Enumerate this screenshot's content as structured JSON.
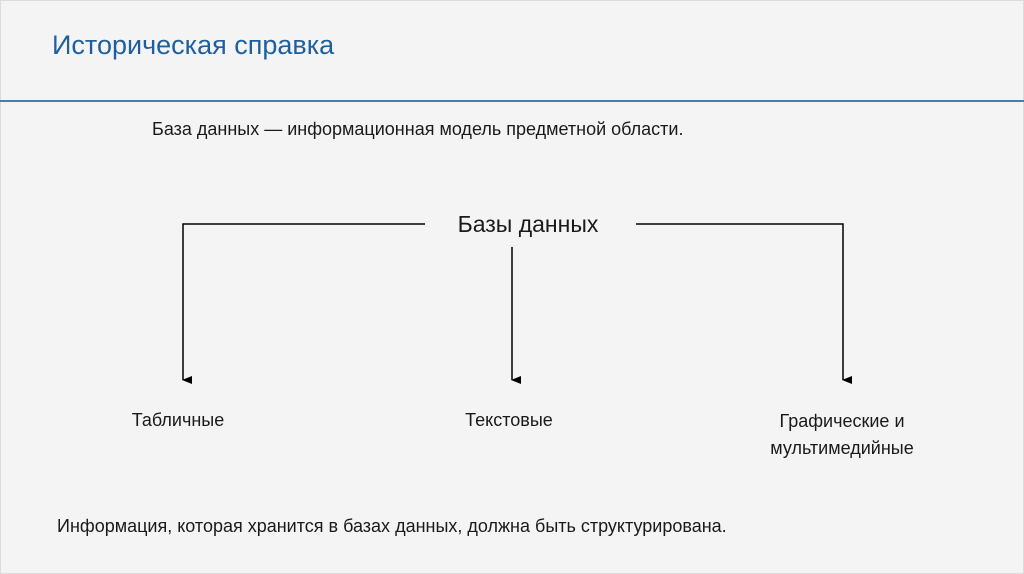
{
  "slide": {
    "title": "Историческая справка",
    "definition": "База данных — информационная модель предметной области.",
    "root": "Базы данных",
    "children": [
      "Табличные",
      "Текстовые",
      "Графические и",
      "мультимедийные"
    ],
    "conclusion": "Информация, которая хранится в базах данных, должна быть структурирована."
  }
}
